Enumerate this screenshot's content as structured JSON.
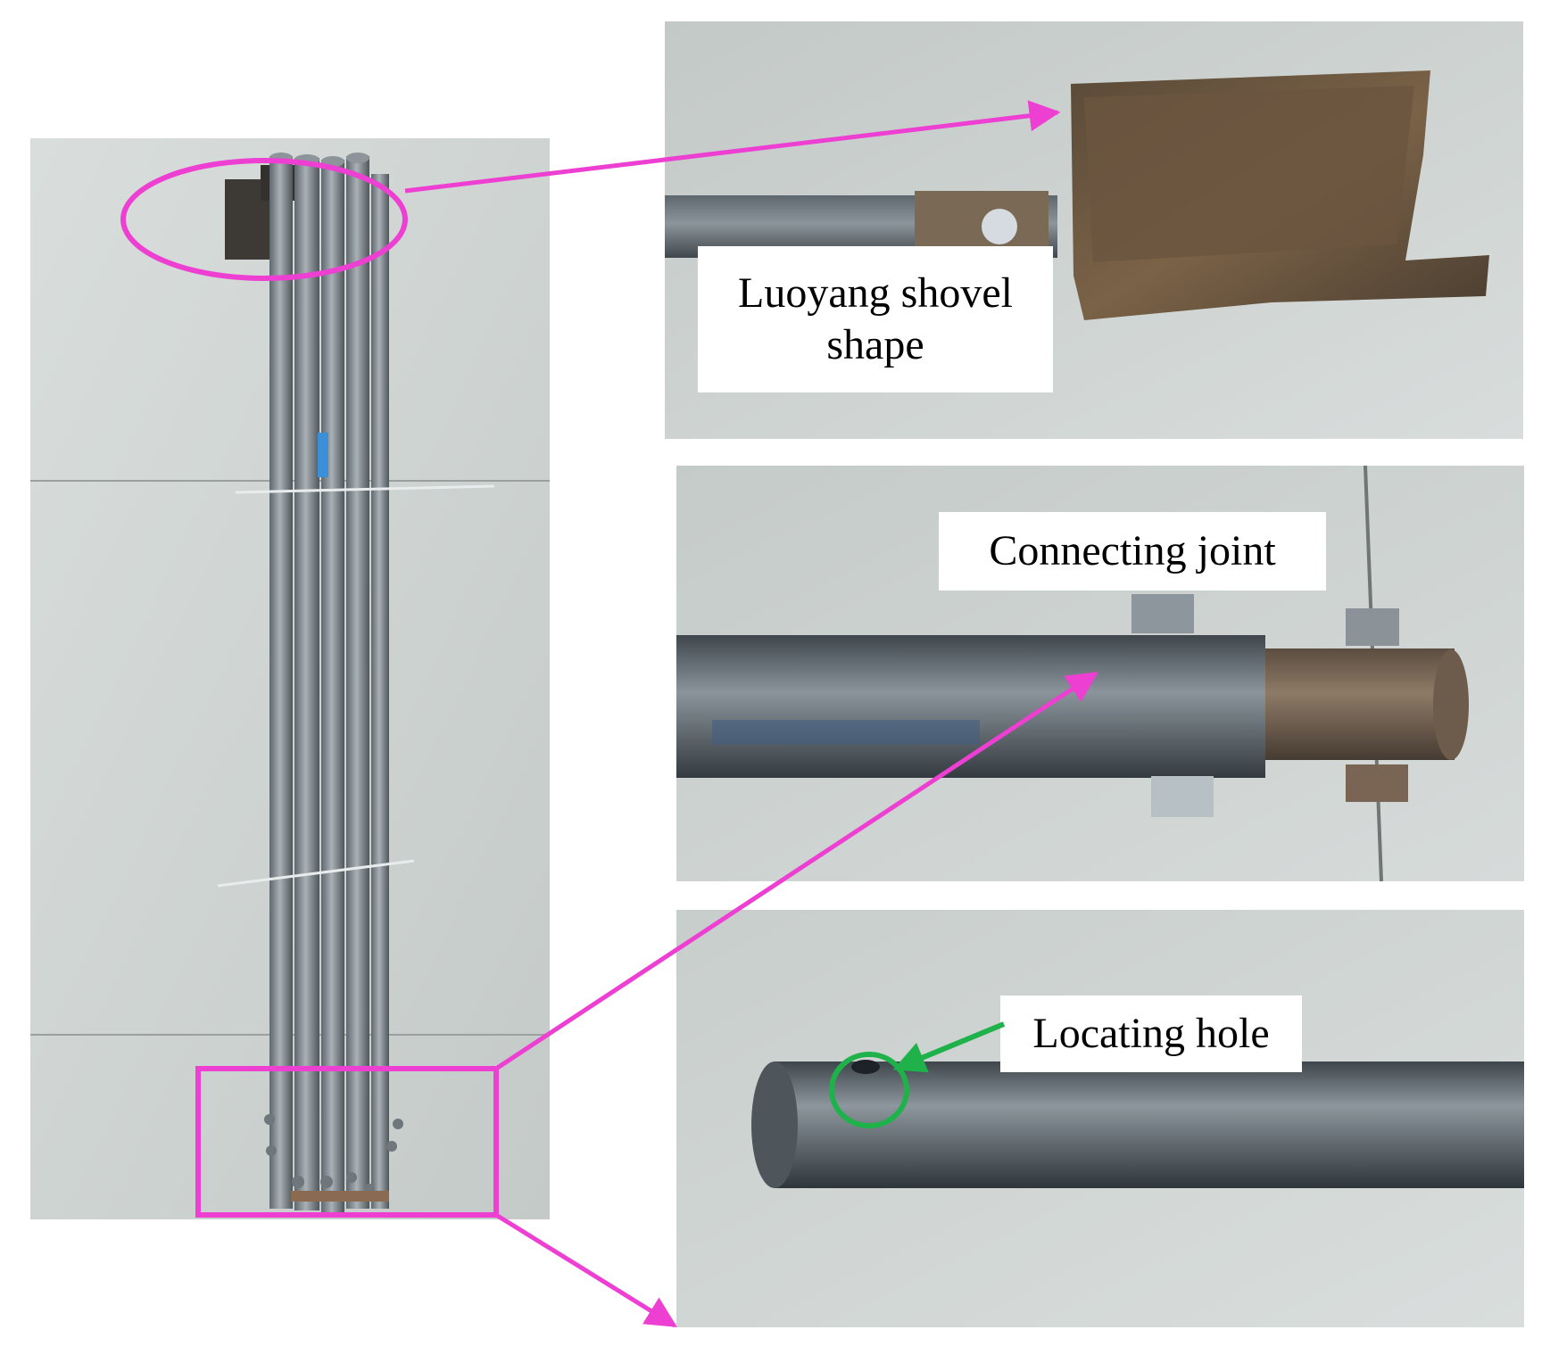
{
  "labels": {
    "shovel_line1": "Luoyang shovel",
    "shovel_line2": "shape",
    "connecting_joint": "Connecting joint",
    "locating_hole": "Locating hole"
  },
  "colors": {
    "callout_arrows": "#ee3fd3",
    "locating_circle": "#1fb24a",
    "floor": "#c9cfcd",
    "steel": "#7b848a"
  }
}
